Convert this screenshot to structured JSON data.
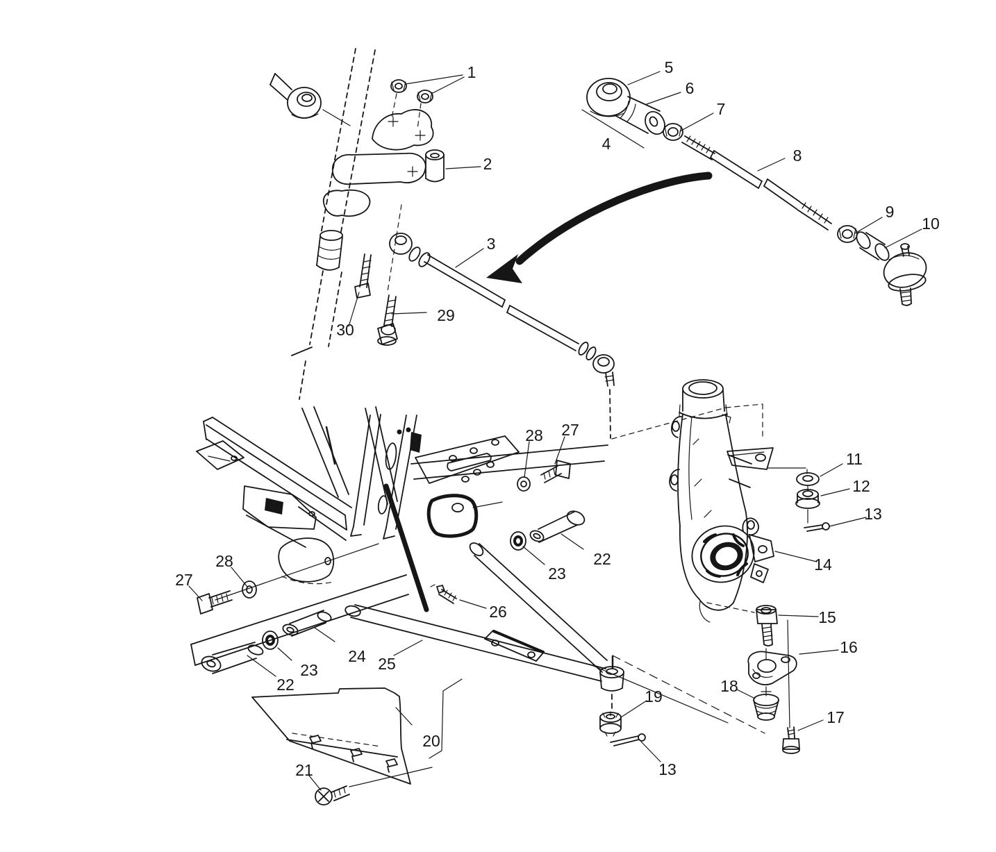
{
  "figure": {
    "colors": {
      "background": "#ffffff",
      "line": "#161616"
    }
  },
  "callouts": {
    "n1": {
      "label": "1"
    },
    "n2": {
      "label": "2"
    },
    "n3": {
      "label": "3"
    },
    "n4": {
      "label": "4"
    },
    "n5": {
      "label": "5"
    },
    "n6": {
      "label": "6"
    },
    "n7": {
      "label": "7"
    },
    "n8": {
      "label": "8"
    },
    "n9": {
      "label": "9"
    },
    "n10": {
      "label": "10"
    },
    "n11": {
      "label": "11"
    },
    "n12": {
      "label": "12"
    },
    "n13a": {
      "label": "13"
    },
    "n13b": {
      "label": "13"
    },
    "n14": {
      "label": "14"
    },
    "n15": {
      "label": "15"
    },
    "n16": {
      "label": "16"
    },
    "n17": {
      "label": "17"
    },
    "n18": {
      "label": "18"
    },
    "n19": {
      "label": "19"
    },
    "n20": {
      "label": "20"
    },
    "n21": {
      "label": "21"
    },
    "n22a": {
      "label": "22"
    },
    "n22b": {
      "label": "22"
    },
    "n23a": {
      "label": "23"
    },
    "n23b": {
      "label": "23"
    },
    "n24": {
      "label": "24"
    },
    "n25": {
      "label": "25"
    },
    "n26": {
      "label": "26"
    },
    "n27a": {
      "label": "27"
    },
    "n27b": {
      "label": "27"
    },
    "n28a": {
      "label": "28"
    },
    "n28b": {
      "label": "28"
    },
    "n29": {
      "label": "29"
    },
    "n30": {
      "label": "30"
    }
  }
}
